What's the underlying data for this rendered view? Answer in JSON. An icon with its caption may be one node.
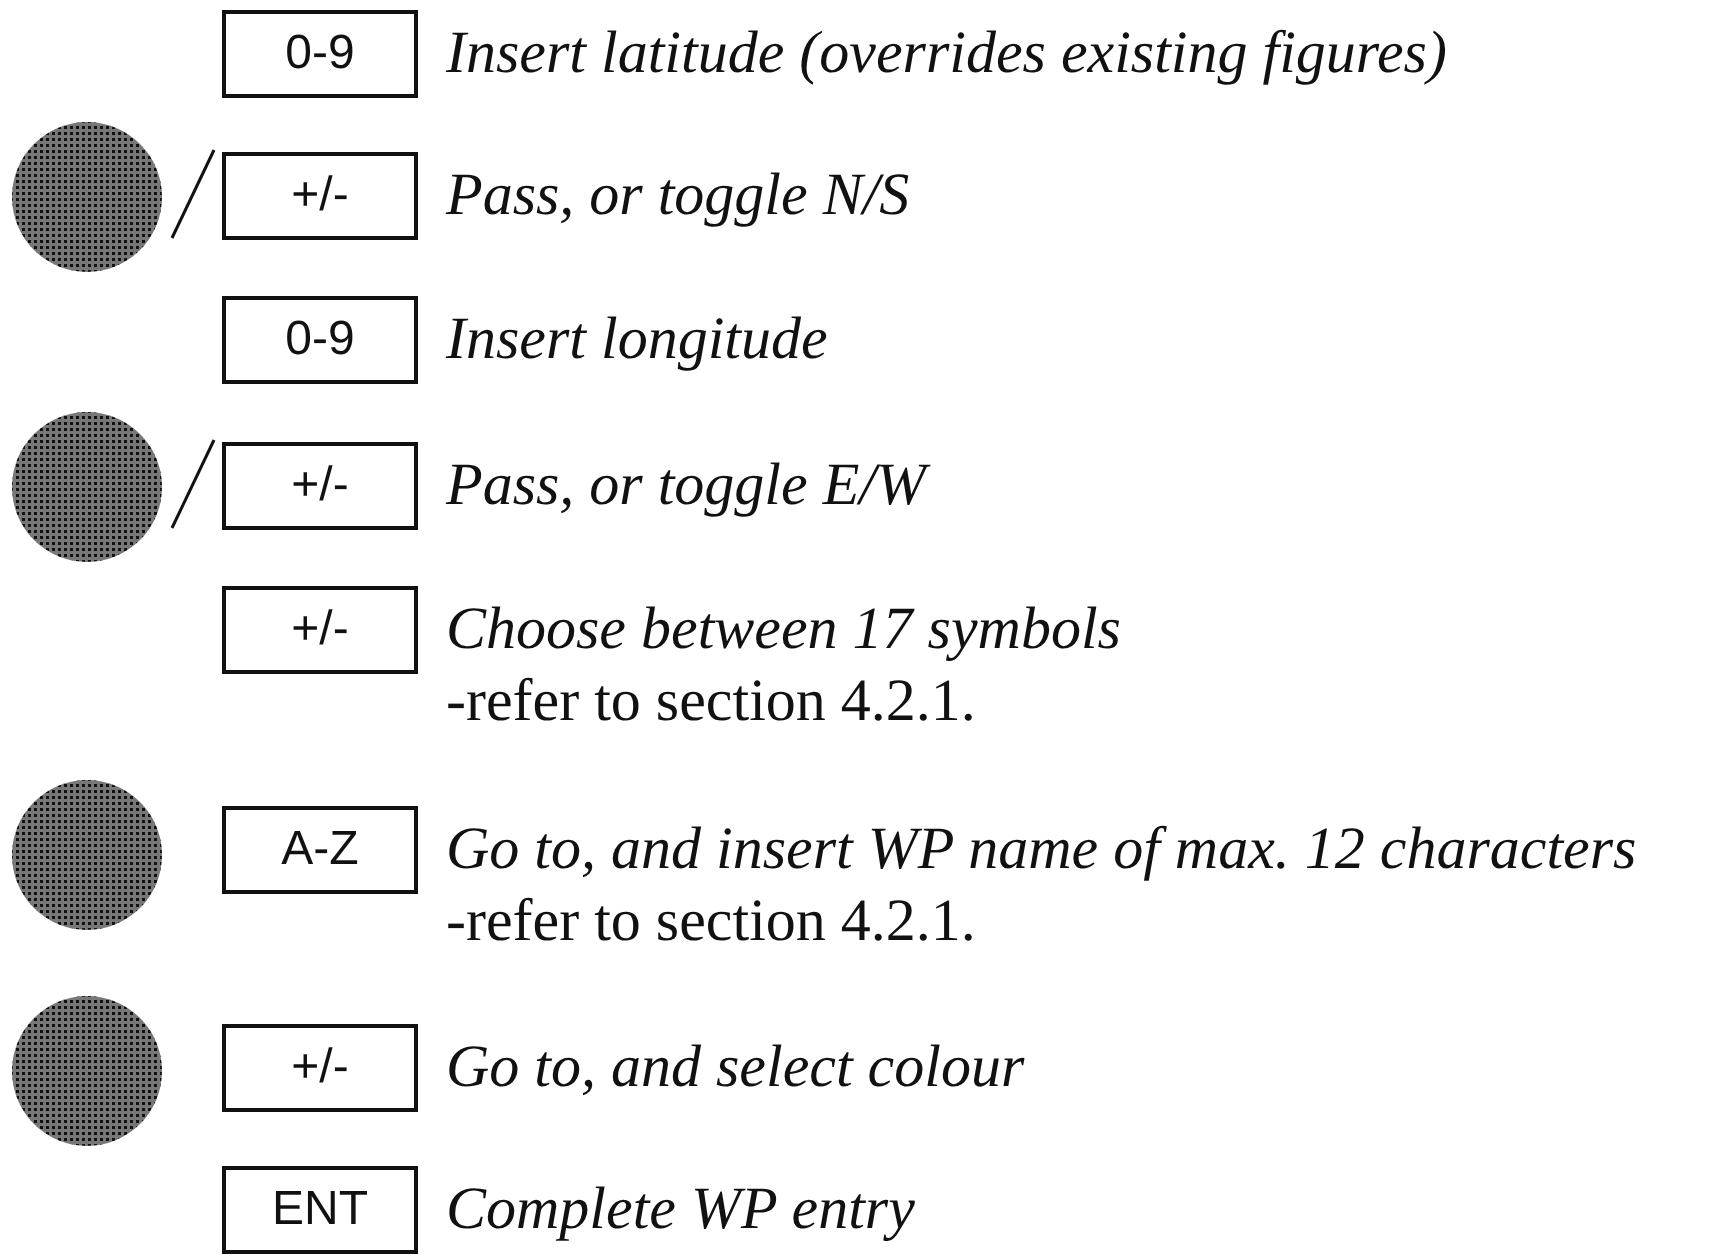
{
  "diagram": {
    "nodes": [
      {
        "text": [
          "0-9"
        ],
        "beside": [
          "Insert latitude (overrides existing figures)"
        ]
      },
      {
        "text": [],
        "shape": "circle"
      },
      {
        "text": [
          "+/-"
        ],
        "beside": [
          "Pass, or toggle N/S"
        ]
      },
      {
        "text": [
          "0-9"
        ],
        "beside": [
          "Insert longitude"
        ]
      },
      {
        "text": [],
        "shape": "circle"
      },
      {
        "text": [
          "+/-"
        ],
        "beside": [
          "Pass, or toggle E/W"
        ]
      },
      {
        "text": [
          "+/-"
        ],
        "beside": [
          "Choose between 17 symbols",
          "-refer to section 4.2.1."
        ]
      },
      {
        "text": [],
        "shape": "circle"
      },
      {
        "text": [
          "A-Z"
        ],
        "beside": [
          "Go to, and insert WP name of max. 12 characters",
          "-refer to section 4.2.1."
        ]
      },
      {
        "text": [],
        "shape": "circle"
      },
      {
        "text": [
          "+/-"
        ],
        "beside": [
          "Go to, and select colour"
        ]
      },
      {
        "text": [
          "ENT"
        ],
        "beside": [
          "Complete WP entry"
        ]
      }
    ]
  }
}
